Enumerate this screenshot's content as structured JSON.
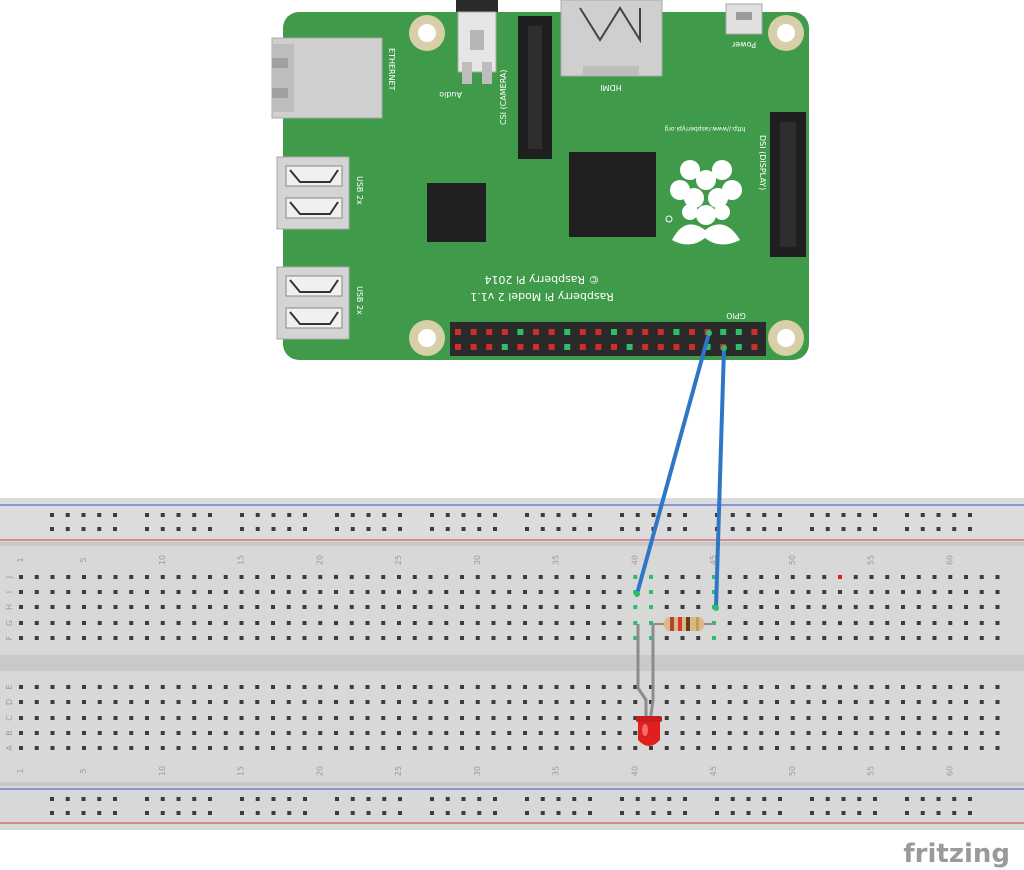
{
  "pi": {
    "model": "Raspberry Pi Model 2 v1.1",
    "copyright": "© Raspberry Pi 2014",
    "url": "http://www.raspberrypi.org",
    "labels": {
      "ethernet": "ETHERNET",
      "audio": "Audio",
      "csi": "CSI (CAMERA)",
      "hdmi": "HDMI",
      "power": "Power",
      "usb1": "USB 2x",
      "usb2": "USB 2x",
      "dsi": "DSI (DISPLAY)",
      "gpio": "GPIO"
    }
  },
  "breadboard": {
    "column_numbers": [
      "1",
      "5",
      "10",
      "15",
      "20",
      "25",
      "30",
      "35",
      "40",
      "45",
      "50",
      "55",
      "60"
    ],
    "top_row_letters": [
      "J",
      "I",
      "H",
      "G",
      "F"
    ],
    "bottom_row_letters": [
      "E",
      "D",
      "C",
      "B",
      "A"
    ]
  },
  "watermark": "fritzing",
  "colors": {
    "pcb": "#3f9a49",
    "wire": "#2f76c6",
    "led": "#e01f1f",
    "breadboard": "#d9d9d9",
    "rail_red": "#d23a3a",
    "rail_blue": "#3a4fd2"
  }
}
